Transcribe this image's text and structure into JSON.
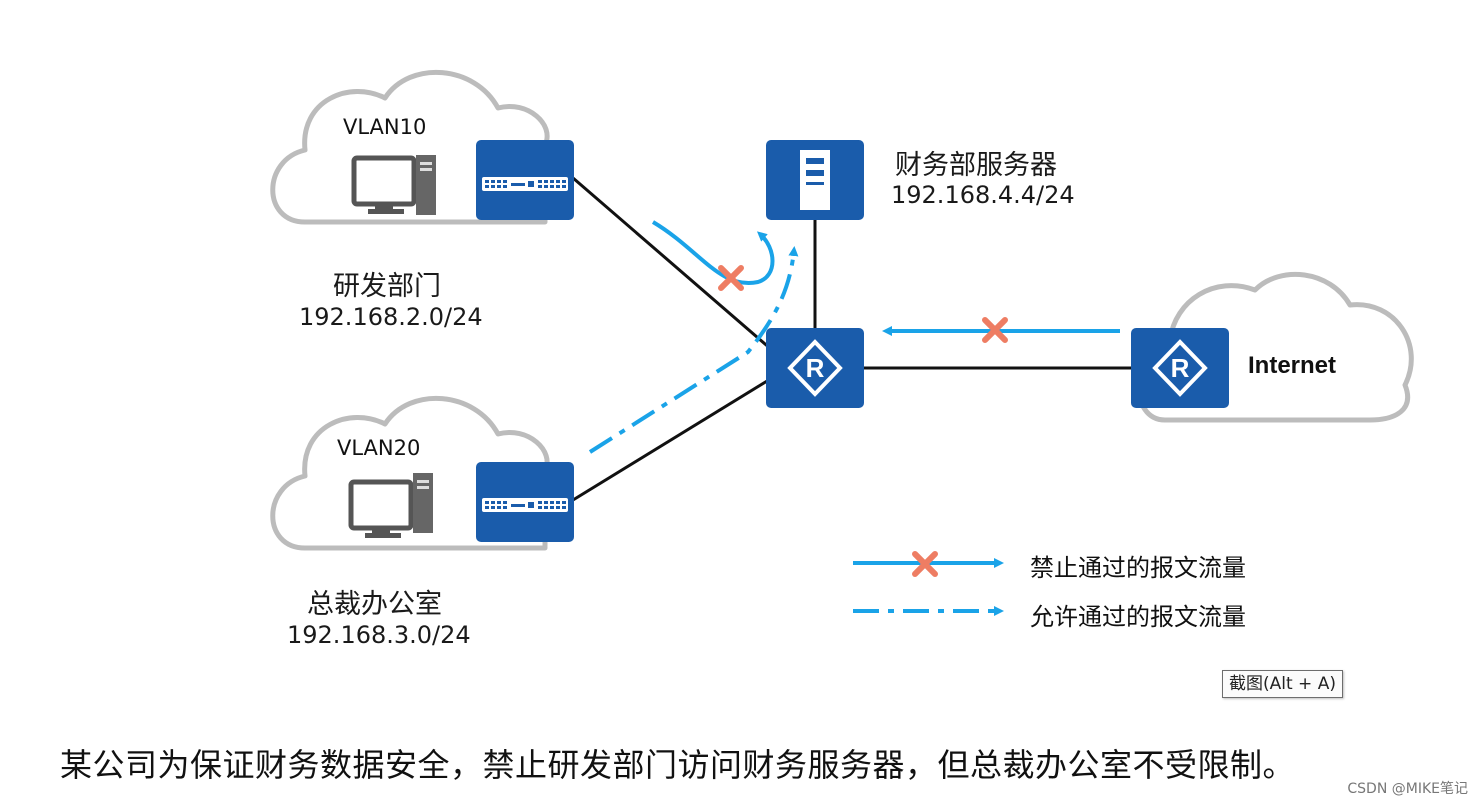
{
  "diagram": {
    "rd": {
      "vlan": "VLAN10",
      "name": "研发部门",
      "subnet": "192.168.2.0/24"
    },
    "ceo": {
      "vlan": "VLAN20",
      "name": "总裁办公室",
      "subnet": "192.168.3.0/24"
    },
    "server": {
      "name": "财务部服务器",
      "ip": "192.168.4.4/24"
    },
    "internet_label": "Internet",
    "router_glyph": "R"
  },
  "legend": [
    {
      "style": "solid-blocked",
      "label": "禁止通过的报文流量"
    },
    {
      "style": "dash-dot-allowed",
      "label": "允许通过的报文流量"
    }
  ],
  "colors": {
    "device_blue": "#1a5cab",
    "flow_blue": "#1aa3e8",
    "block_red": "#ee7d63",
    "cloud_outline": "#bcbcbc",
    "link": "#111111"
  },
  "tooltip": "截图(Alt + A)",
  "caption": "某公司为保证财务数据安全，禁止研发部门访问财务服务器，但总裁办公室不受限制。",
  "watermark": "CSDN @MIKE笔记"
}
